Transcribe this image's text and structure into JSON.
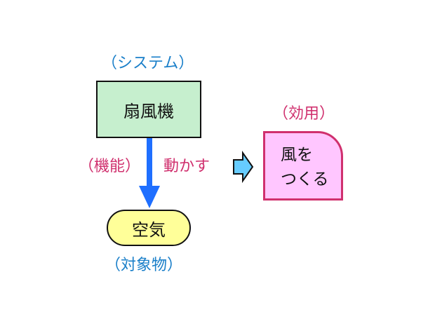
{
  "diagram": {
    "system": {
      "category_label": "（システム）",
      "text": "扇風機"
    },
    "function": {
      "category_label": "（機能）",
      "verb": "動かす"
    },
    "object": {
      "category_label": "（対象物）",
      "text": "空気"
    },
    "effect": {
      "category_label": "（効用）",
      "line1": "風を",
      "line2": "つくる"
    }
  },
  "colors": {
    "system_fill": "#c6efce",
    "object_fill": "#ffff99",
    "effect_fill": "#ffc6ff",
    "effect_border": "#d0306e",
    "blue_label": "#1a7fc9",
    "pink_label": "#d0306e",
    "function_arrow": "#1f6fff",
    "effect_arrow": "#66ccff"
  }
}
